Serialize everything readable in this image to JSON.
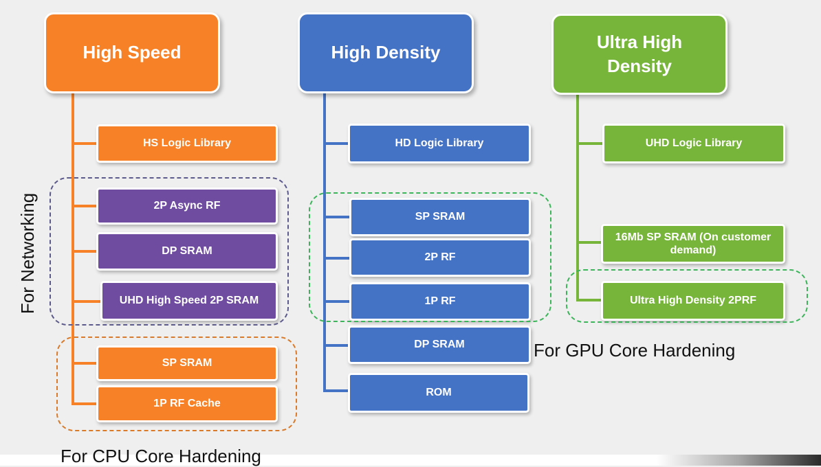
{
  "columns": {
    "high_speed": {
      "title": "High Speed",
      "items": [
        "HS Logic Library",
        "2P Async RF",
        "DP SRAM",
        "UHD High Speed 2P SRAM",
        "SP SRAM",
        "1P RF Cache"
      ]
    },
    "high_density": {
      "title": "High Density",
      "items": [
        "HD Logic Library",
        "SP SRAM",
        "2P RF",
        "1P RF",
        "DP SRAM",
        "ROM"
      ]
    },
    "ultra_high_density": {
      "title": "Ultra High Density",
      "items": [
        "UHD Logic Library",
        "16Mb SP SRAM (On customer demand)",
        "Ultra High Density 2PRF"
      ]
    }
  },
  "groups": {
    "networking": "For Networking",
    "cpu": "For CPU Core Hardening",
    "gpu": "For GPU Core Hardening"
  },
  "colors": {
    "orange": "#f68126",
    "blue": "#4472c4",
    "green": "#77b43a",
    "purple": "#6f4ca0",
    "networking_dash": "#5c5a8a",
    "cpu_dash": "#d97a2a",
    "green_dash": "#3cb45a"
  }
}
